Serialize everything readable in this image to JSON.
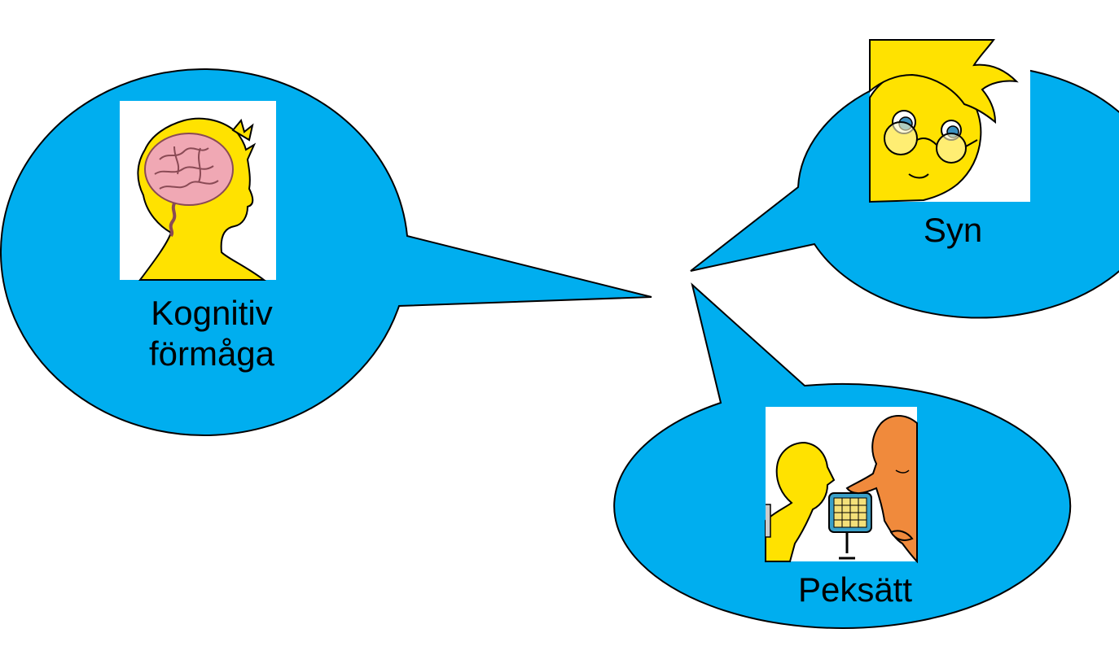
{
  "colors": {
    "bubble_fill": "#00aeef",
    "bubble_stroke": "#000000",
    "tile_bg": "#ffffff",
    "skin_yellow": "#ffe200",
    "brain_pink": "#f0a8b4",
    "skin_orange": "#f08a3c",
    "device_blue": "#3aa0c8"
  },
  "bubbles": {
    "kognitiv": {
      "line1": "Kognitiv",
      "line2": "förmåga",
      "icon": "head-with-brain-icon"
    },
    "syn": {
      "label": "Syn",
      "icon": "face-with-glasses-icon"
    },
    "peksatt": {
      "label": "Peksätt",
      "icon": "children-with-communication-board-icon"
    }
  }
}
